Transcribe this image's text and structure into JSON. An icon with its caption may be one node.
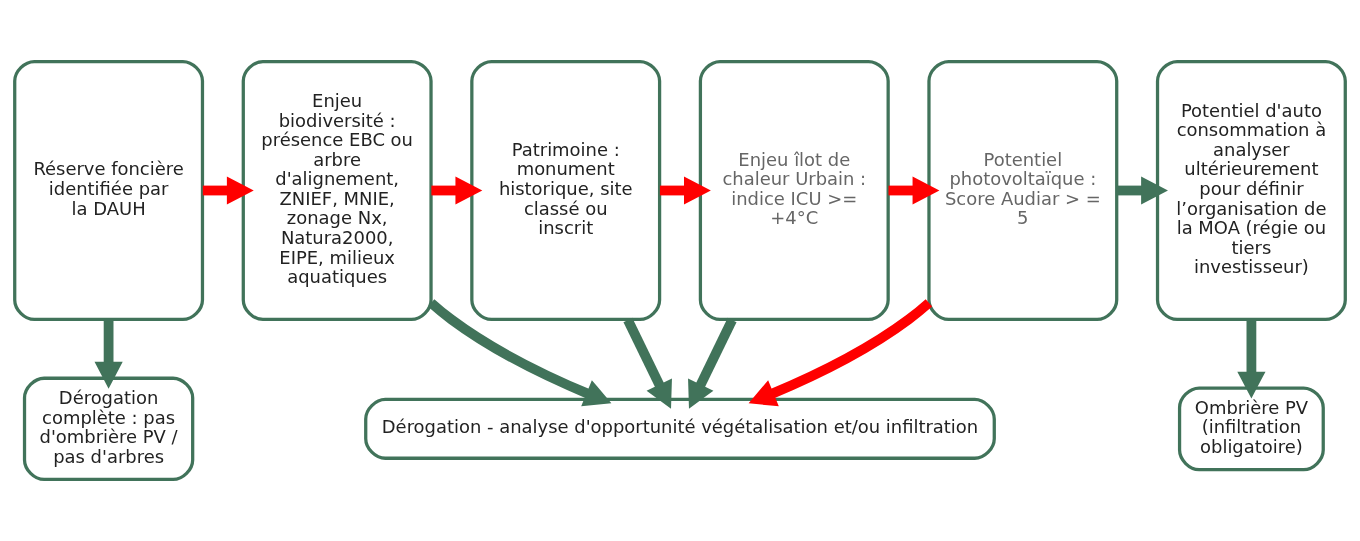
{
  "diagram": {
    "nodes": [
      {
        "text": [
          "Réserve foncière identifiée par la DAUH"
        ]
      },
      {
        "text": [
          "Enjeu biodiversité : présence EBC ou arbre d'alignement, ZNIEF, MNIE, zonage Nx, Natura2000, EIPE, milieux aquatiques"
        ]
      },
      {
        "text": [
          "Patrimoine : monument historique, site classé ou inscrit"
        ]
      },
      {
        "text": [
          "Enjeu îlot de chaleur Urbain : indice ICU >= +4°C"
        ]
      },
      {
        "text": [
          "Potentiel photovoltaïque : Score Audiar > = 5"
        ]
      },
      {
        "text": [
          "Potentiel d'auto consommation à analyser ultérieurement pour définir l’organisation de la MOA (régie ou tiers investisseur)"
        ]
      },
      {
        "text": [
          "Dérogation complète : pas d'ombrière PV / pas d'arbres"
        ]
      },
      {
        "text": [
          "Dérogation - analyse d'opportunité végétalisation et/ou infiltration"
        ]
      },
      {
        "text": [
          "Ombrière PV (infiltration obligatoire)"
        ]
      }
    ],
    "edges": [
      {
        "from": 0,
        "to": 1,
        "arrow": "to",
        "color": "#ff0000"
      },
      {
        "from": 1,
        "to": 2,
        "arrow": "to",
        "color": "#ff0000"
      },
      {
        "from": 2,
        "to": 3,
        "arrow": "to",
        "color": "#ff0000"
      },
      {
        "from": 3,
        "to": 4,
        "arrow": "to",
        "color": "#ff0000"
      },
      {
        "from": 4,
        "to": 5,
        "arrow": "to"
      },
      {
        "from": 0,
        "to": 6,
        "arrow": "to"
      },
      {
        "from": 1,
        "to": 7,
        "arrow": "to"
      },
      {
        "from": 2,
        "to": 7,
        "arrow": "to"
      },
      {
        "from": 3,
        "to": 7,
        "arrow": "to"
      },
      {
        "from": 4,
        "to": 7,
        "arrow": "to",
        "color": "#ff0000"
      },
      {
        "from": 5,
        "to": 8,
        "arrow": "to"
      }
    ]
  }
}
